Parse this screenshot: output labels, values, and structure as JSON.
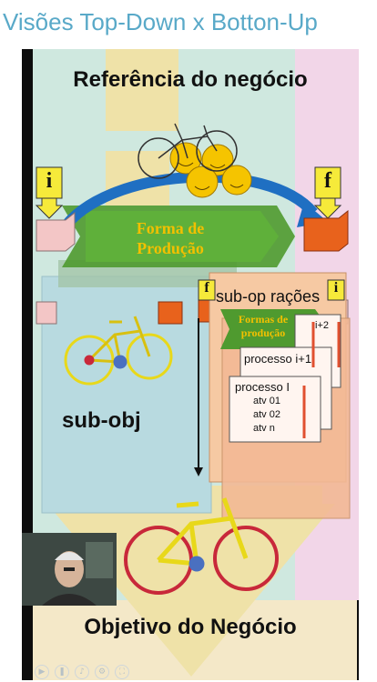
{
  "header": {
    "title": "Visões Top-Down x Botton-Up"
  },
  "slide": {
    "top_title": "Referência do negócio",
    "flow_label_line1": "Forma de",
    "flow_label_line2": "Produção",
    "input_marker": "i",
    "final_marker": "f",
    "sub_op_label": "sub-op  rações",
    "sub_flow_label_line1": "Formas de",
    "sub_flow_label_line2": "produção",
    "sub_obj_label": "sub-obj",
    "process_cards": [
      {
        "title": "i+2"
      },
      {
        "title": "processo i+1"
      },
      {
        "title": "processo I",
        "activities": [
          "atv 01",
          "atv 02",
          "atv n"
        ]
      }
    ],
    "bottom_title": "Objetivo do Negócio"
  },
  "colors": {
    "title_blue": "#59a9c8",
    "flow_green": "#4f9a2f",
    "label_gold": "#f2c000",
    "arrow_blue": "#1f6fc2",
    "input_block": "#f3c6c6",
    "output_block": "#e8621c",
    "smiley_yellow": "#f5c400",
    "bike_yellow": "#e8d81a",
    "wheel_red": "#c8283a"
  },
  "icons": [
    "bicycle-icon",
    "smiley-icon",
    "play-icon",
    "pause-icon",
    "fullscreen-icon"
  ]
}
